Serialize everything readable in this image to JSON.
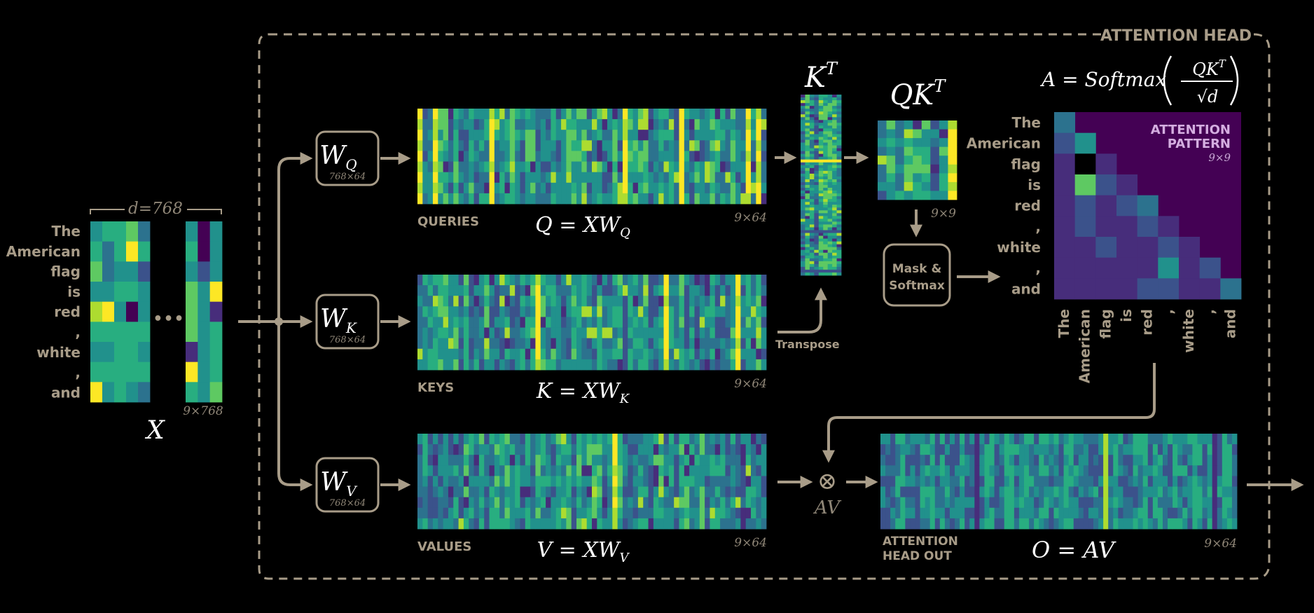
{
  "colors": {
    "background": "#000000",
    "line": "#a89c88",
    "text": "#a89c88",
    "viridis": [
      "#440154",
      "#472d7b",
      "#3b528b",
      "#2c728e",
      "#21918c",
      "#28ae80",
      "#5ec962",
      "#addc30",
      "#fde725"
    ]
  },
  "head_label": "ATTENTION HEAD",
  "tokens": [
    "The",
    "American",
    "flag",
    "is",
    "red",
    ",",
    "white",
    ",",
    "and"
  ],
  "input": {
    "symbol": "X",
    "dim_label": "d=768",
    "shape": "9×768",
    "ellipsis": "•••",
    "cells_left": [
      [
        4,
        5,
        5,
        6,
        3
      ],
      [
        5,
        3,
        5,
        8,
        5
      ],
      [
        6,
        3,
        4,
        4,
        2
      ],
      [
        4,
        4,
        5,
        5,
        4
      ],
      [
        7,
        8,
        4,
        0,
        4
      ],
      [
        5,
        5,
        5,
        5,
        5
      ],
      [
        4,
        4,
        5,
        5,
        4
      ],
      [
        5,
        5,
        5,
        5,
        5
      ],
      [
        9,
        4,
        5,
        4,
        3
      ]
    ],
    "cells_right": [
      [
        4,
        0,
        4
      ],
      [
        5,
        0,
        4
      ],
      [
        4,
        2,
        4
      ],
      [
        6,
        4,
        9
      ],
      [
        6,
        4,
        1
      ],
      [
        6,
        4,
        5
      ],
      [
        1,
        4,
        5
      ],
      [
        9,
        4,
        5
      ],
      [
        5,
        4,
        6
      ]
    ]
  },
  "weights": [
    {
      "symbol": "W",
      "sub": "Q",
      "shape": "768×64"
    },
    {
      "symbol": "W",
      "sub": "K",
      "shape": "768×64"
    },
    {
      "symbol": "W",
      "sub": "V",
      "shape": "768×64"
    }
  ],
  "matrices": [
    {
      "name": "queries",
      "label": "QUERIES",
      "eq_lhs": "Q",
      "eq_rhs": "XW",
      "eq_sub": "Q",
      "shape": "9×64",
      "seed": 11,
      "bright_cols": [
        0,
        3,
        14,
        40,
        51,
        64,
        66
      ]
    },
    {
      "name": "keys",
      "label": "KEYS",
      "eq_lhs": "K",
      "eq_rhs": "XW",
      "eq_sub": "K",
      "shape": "9×64",
      "seed": 23,
      "bright_cols": [
        23,
        48,
        62
      ]
    },
    {
      "name": "values",
      "label": "VALUES",
      "eq_lhs": "V",
      "eq_rhs": "XW",
      "eq_sub": "V",
      "shape": "9×64",
      "seed": 37,
      "bright_cols": [
        38
      ]
    }
  ],
  "transpose_label": "Transpose",
  "kt": {
    "symbol": "K",
    "sup": "T"
  },
  "qkt": {
    "symbol": "QK",
    "sup": "T",
    "shape": "9×9"
  },
  "mask_softmax": {
    "line1": "Mask &",
    "line2": "Softmax"
  },
  "formula": {
    "lhs": "A = ",
    "fn": "Softmax",
    "num": "QK",
    "num_sup": "T",
    "den": "√d"
  },
  "attention": {
    "label1": "ATTENTION",
    "label2": "PATTERN",
    "shape": "9×9",
    "cells": [
      [
        3
      ],
      [
        2,
        4
      ],
      [
        1,
        9,
        1
      ],
      [
        1,
        6,
        2,
        1
      ],
      [
        1,
        2,
        1,
        2,
        3
      ],
      [
        1,
        2,
        1,
        1,
        2,
        1
      ],
      [
        1,
        1,
        2,
        1,
        1,
        2,
        1
      ],
      [
        1,
        1,
        1,
        1,
        1,
        4,
        1,
        2
      ],
      [
        1,
        1,
        1,
        1,
        2,
        2,
        1,
        1,
        3
      ]
    ]
  },
  "product": {
    "symbol": "⊗",
    "label": "AV"
  },
  "output": {
    "label1": "ATTENTION",
    "label2": "HEAD OUT",
    "eq_lhs": "O",
    "eq_rhs": "AV",
    "shape": "9×64",
    "seed": 53,
    "bright_cols": [
      45
    ],
    "dark_cols": [
      19,
      67
    ]
  }
}
